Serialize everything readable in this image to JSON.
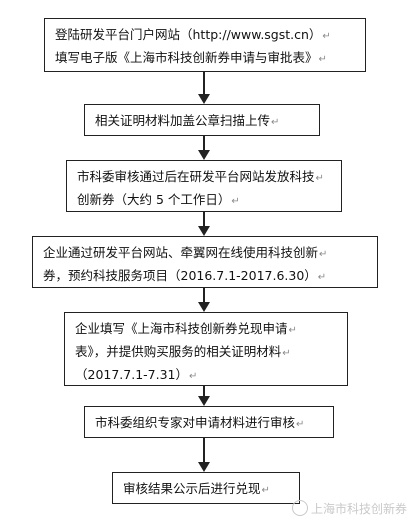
{
  "flowchart": {
    "steps": [
      {
        "lines": [
          "登陆研发平台门户网站（http://www.sgst.cn）",
          "填写电子版《上海市科技创新券申请与审批表》"
        ]
      },
      {
        "lines": [
          "相关证明材料加盖公章扫描上传"
        ]
      },
      {
        "lines": [
          "市科委审核通过后在研发平台网站发放科技",
          "创新券（大约 5 个工作日）"
        ]
      },
      {
        "lines": [
          "企业通过研发平台网站、牵翼网在线使用科技创新",
          "券，预约科技服务项目（2016.7.1-2017.6.30）"
        ]
      },
      {
        "lines": [
          "企业填写《上海市科技创新券兑现申请",
          "表》，并提供购买服务的相关证明材料",
          "（2017.7.1-7.31）"
        ]
      },
      {
        "lines": [
          "市科委组织专家对申请材料进行审核"
        ]
      },
      {
        "lines": [
          "审核结果公示后进行兑现"
        ]
      }
    ],
    "return_mark": "↵"
  },
  "watermark": {
    "text": "上海市科技创新券",
    "icon": "wechat-logo-icon"
  }
}
